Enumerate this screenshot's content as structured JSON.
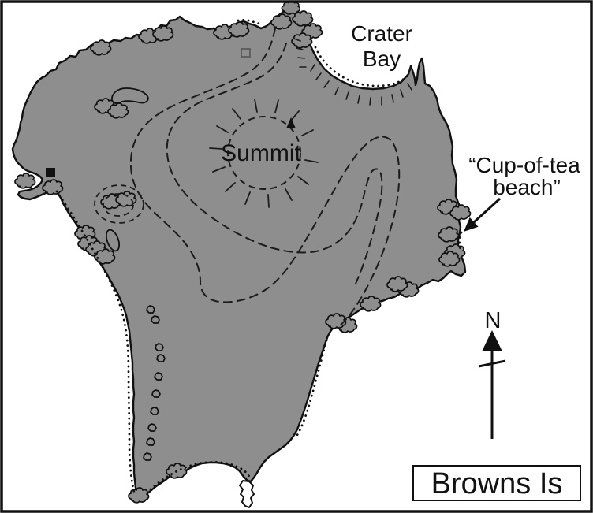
{
  "map": {
    "labels": {
      "crater_bay_line1": "Crater",
      "crater_bay_line2": "Bay",
      "summit": "Summit",
      "cup_of_tea_line1": "“Cup-of-tea",
      "cup_of_tea_line2": "beach”",
      "north": "N",
      "island_name": "Browns Is"
    },
    "colors": {
      "island_fill": "#8e8e8e",
      "line": "#111111",
      "background": "#ffffff"
    },
    "markers": {
      "summit_marker": "trig-triangle",
      "building_marker": "filled-square",
      "structure_marker": "open-square"
    }
  }
}
